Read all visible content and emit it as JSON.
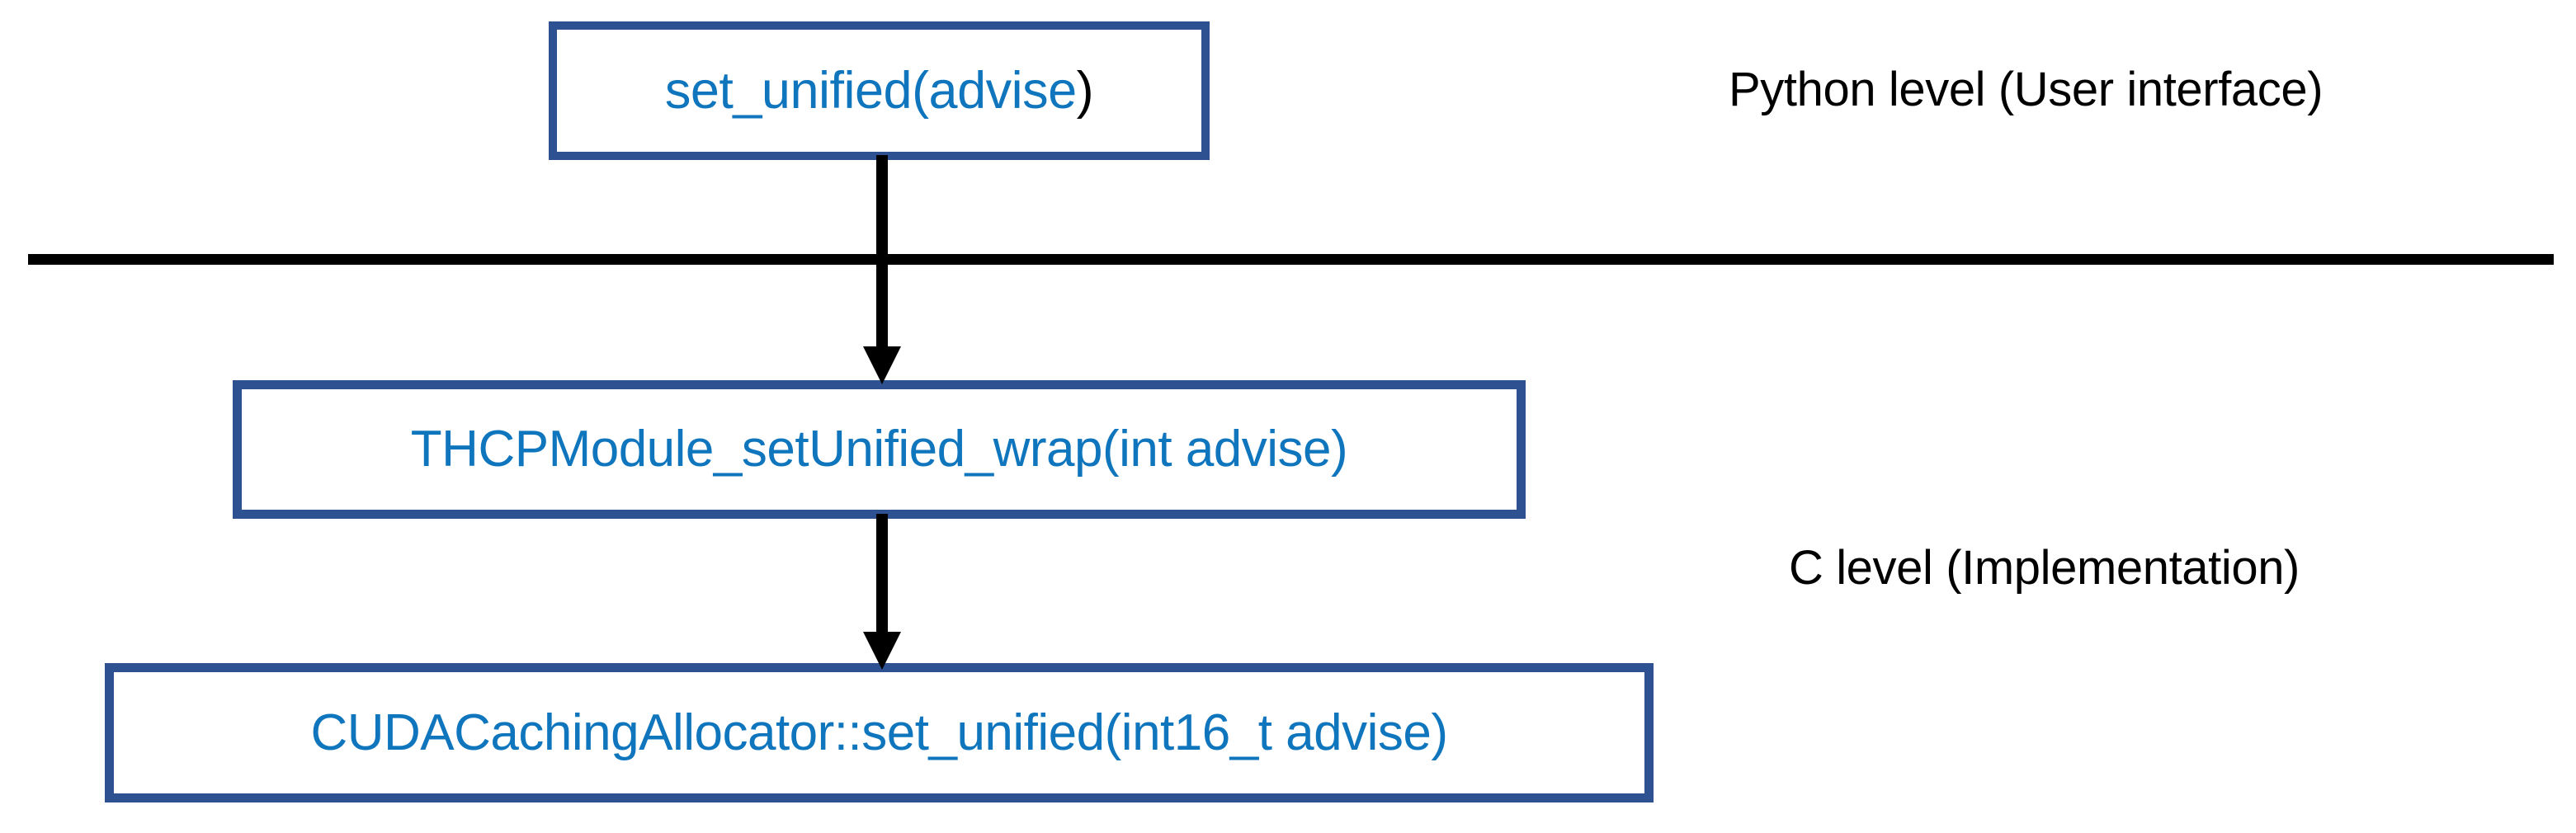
{
  "diagram": {
    "type": "call-stack-flow",
    "title_visible": false,
    "background_color": "#FFFFFF",
    "box_border_color": "#2E5291",
    "box_fill_color": "#FFFFFF",
    "code_text_color": "#0F75BD",
    "arrow_color": "#000000",
    "divider_color": "#000000"
  },
  "nodes": [
    {
      "id": "python-entry",
      "label_main": "set_unified(advise",
      "label_tail": ")",
      "full_label": "set_unified(advise)",
      "level": "python"
    },
    {
      "id": "c-wrapper",
      "label_main": "THCPModule_setUnified_wrap(int advise)",
      "full_label": "THCPModule_setUnified_wrap(int advise)",
      "level": "c"
    },
    {
      "id": "c-allocator",
      "label_main": "CUDACachingAllocator::set_unified(int16_t advise)",
      "full_label": "CUDACachingAllocator::set_unified(int16_t advise)",
      "level": "c"
    }
  ],
  "arrows": [
    {
      "id": "arrow-1",
      "from": "python-entry",
      "to": "c-wrapper",
      "direction": "down",
      "crosses_divider": true
    },
    {
      "id": "arrow-2",
      "from": "c-wrapper",
      "to": "c-allocator",
      "direction": "down",
      "crosses_divider": false
    }
  ],
  "captions": {
    "python_level": "Python level (User interface)",
    "c_level": "C level (Implementation)"
  },
  "divider": {
    "name": "level-divider",
    "orientation": "horizontal"
  }
}
